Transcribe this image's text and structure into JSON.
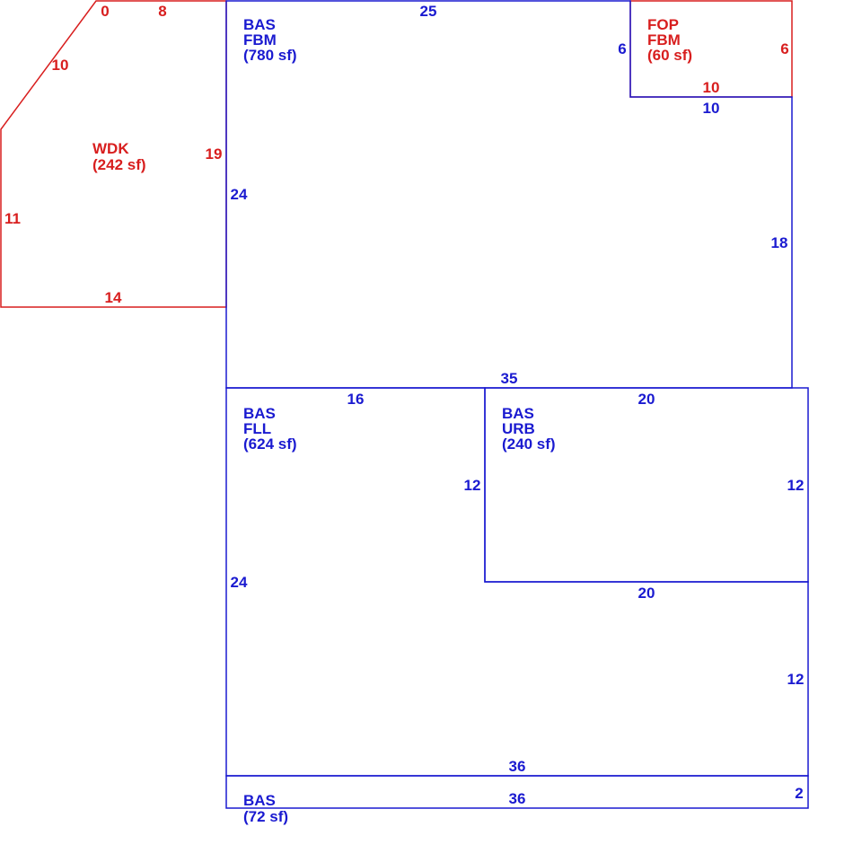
{
  "colors": {
    "blue": "#1a1ad0",
    "red": "#d81e1e",
    "background": "#ffffff"
  },
  "areas": {
    "bas_fbm": {
      "code": "BAS",
      "sub": "FBM",
      "area": "(780 sf)",
      "color": "blue"
    },
    "fop_fbm": {
      "code": "FOP",
      "sub": "FBM",
      "area": "(60 sf)",
      "color": "red"
    },
    "wdk": {
      "code": "WDK",
      "area": "(242 sf)",
      "color": "red"
    },
    "bas_fll": {
      "code": "BAS",
      "sub": "FLL",
      "area": "(624 sf)",
      "color": "blue"
    },
    "bas_urb": {
      "code": "BAS",
      "sub": "URB",
      "area": "(240 sf)",
      "color": "blue"
    },
    "bas_strip": {
      "code": "BAS",
      "area": "(72 sf)",
      "color": "blue"
    }
  },
  "dimensions": {
    "wdk_zero": "0",
    "wdk_top": "8",
    "wdk_diag": "10",
    "wdk_right": "19",
    "wdk_left": "11",
    "wdk_bottom": "14",
    "fbm_top": "25",
    "fbm_left": "24",
    "fbm_inner_6": "6",
    "fop_right": "6",
    "fop_bottom": "10",
    "fbm_notch_bottom": "10",
    "fbm_right": "18",
    "fbm_bottom": "35",
    "fll_top": "16",
    "fll_left": "24",
    "urb_top": "20",
    "urb_left": "12",
    "urb_right": "12",
    "urb_bottom": "20",
    "fll_right_lower": "12",
    "fll_bottom": "36",
    "strip_bottom": "36",
    "strip_right": "2"
  }
}
